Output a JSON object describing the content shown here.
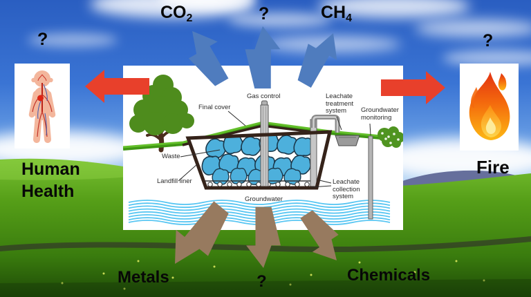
{
  "slide": {
    "emissions": {
      "co2_base": "CO",
      "co2_sub": "2",
      "unknown_gas": "?",
      "ch4_base": "CH",
      "ch4_sub": "4"
    },
    "human_health": {
      "unknown": "?",
      "line1": "Human",
      "line2": "Health"
    },
    "fire": {
      "unknown": "?",
      "label": "Fire"
    },
    "leachate_outputs": {
      "metals": "Metals",
      "unknown": "?",
      "chemicals": "Chemicals"
    }
  },
  "landfill_diagram": {
    "gas_control": "Gas control",
    "final_cover": "Final cover",
    "leachate_treatment": [
      "Leachate",
      "treatment",
      "system"
    ],
    "groundwater_monitoring": [
      "Groundwater",
      "monitoring"
    ],
    "waste": "Waste",
    "landfill_liner": "Landfill liner",
    "groundwater": "Groundwater",
    "leachate_collection": [
      "Leachate",
      "collection",
      "system"
    ]
  },
  "colors": {
    "gas_arrow": "#4f7cbe",
    "hazard_arrow": "#e8402b",
    "leachate_arrow": "#977a5f",
    "waste_bags": "#4db0dc",
    "groundwater_lines": "#55c5f2",
    "grass_hill": "#4f9415",
    "sky": "#3a74d4"
  }
}
